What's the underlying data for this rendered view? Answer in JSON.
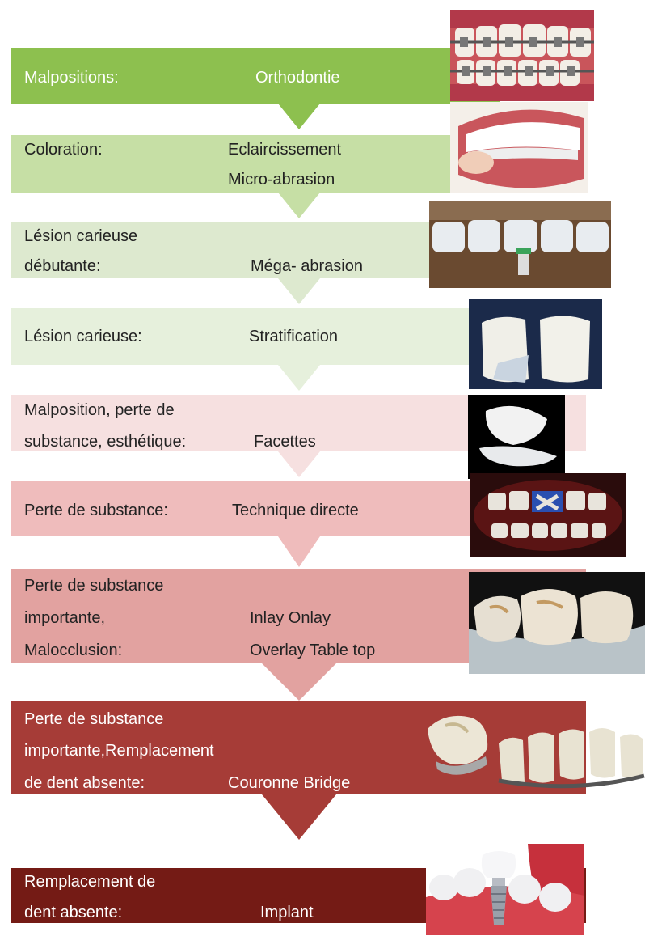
{
  "colors": {
    "step1": "#8dc04f",
    "step2": "#c6dfa5",
    "step3": "#dde9cf",
    "step4": "#e6f0dc",
    "step5": "#f6e0e0",
    "step6": "#efbcbc",
    "step7": "#e2a2a0",
    "step8": "#a63c37",
    "step9": "#741b15",
    "text_dark": "#222222",
    "text_light": "#ffffff"
  },
  "steps": [
    {
      "id": "step-1",
      "labels": [
        "Malpositions:"
      ],
      "treatments": [
        "Orthodontie"
      ],
      "image": "braces-teeth-photo"
    },
    {
      "id": "step-2",
      "labels": [
        "Coloration:"
      ],
      "treatments": [
        "Eclaircissement",
        "Micro-abrasion"
      ],
      "image": "whitening-tray-photo"
    },
    {
      "id": "step-3",
      "labels": [
        "Lésion carieuse",
        "débutante:"
      ],
      "treatments": [
        "Méga- abrasion"
      ],
      "image": "abrasion-teeth-photo"
    },
    {
      "id": "step-4",
      "labels": [
        "Lésion carieuse:"
      ],
      "treatments": [
        "Stratification"
      ],
      "image": "stratification-teeth-photo"
    },
    {
      "id": "step-5",
      "labels": [
        "Malposition, perte de",
        "substance, esthétique:"
      ],
      "treatments": [
        "Facettes"
      ],
      "image": "veneer-photo"
    },
    {
      "id": "step-6",
      "labels": [
        "Perte de substance:"
      ],
      "treatments": [
        "Technique directe"
      ],
      "image": "direct-technique-photo"
    },
    {
      "id": "step-7",
      "labels": [
        "Perte de substance",
        "importante,",
        "Malocclusion:"
      ],
      "treatments": [
        "Inlay Onlay",
        "Overlay Table top"
      ],
      "image": "inlay-onlay-photo"
    },
    {
      "id": "step-8",
      "labels": [
        "Perte de substance",
        "importante,Remplacement",
        "de dent absente:"
      ],
      "treatments": [
        "Couronne Bridge"
      ],
      "image": "crown-bridge-photo"
    },
    {
      "id": "step-9",
      "labels": [
        "Remplacement de",
        "dent absente:"
      ],
      "treatments": [
        "Implant"
      ],
      "image": "implant-illustration"
    }
  ]
}
